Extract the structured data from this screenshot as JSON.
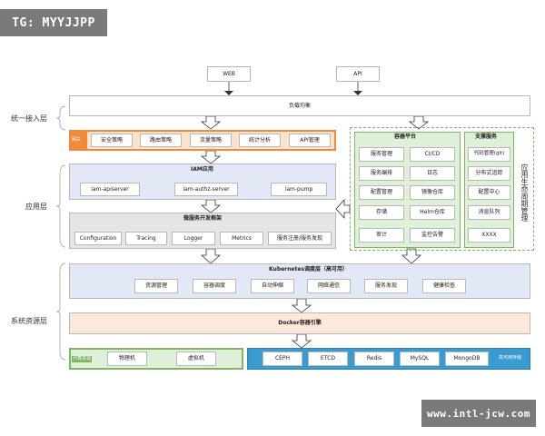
{
  "watermark_top": "TG: MYYJJPP",
  "watermark_bottom": "www.intl-jcw.com",
  "inputs": [
    "WEB",
    "API"
  ],
  "layers": {
    "access": "统一接入层",
    "app": "应用层",
    "system": "系统资源层"
  },
  "load_balance": "负载均衡",
  "gateway": {
    "label": "网关",
    "items": [
      "安全策略",
      "路由策略",
      "流量策略",
      "统计分析",
      "API管理"
    ]
  },
  "iam": {
    "title": "IAM应用",
    "items": [
      "iam-apiserver",
      "iam-authz-server",
      "iam-pump"
    ]
  },
  "micro": {
    "title": "微服务开发框架",
    "items": [
      "Configuration",
      "Tracing",
      "Logger",
      "Metrics",
      "服务注册/服务发现"
    ]
  },
  "container_platform": {
    "title": "容器平台",
    "items": [
      "服务管理",
      "CI/CD",
      "服务编排",
      "日志",
      "配置管理",
      "镜像仓库",
      "存储",
      "Helm仓库",
      "审计",
      "监控告警"
    ]
  },
  "support": {
    "title": "支撑服务",
    "items": [
      "代码管理(git)",
      "分布式追踪",
      "配置中心",
      "消息队列",
      "XXXX"
    ]
  },
  "lifecycle": "应用生命周期管理",
  "k8s": {
    "title": "Kubernetes调度层（高可用）",
    "items": [
      "资源管理",
      "容器调度",
      "自动伸缩",
      "网络通信",
      "服务发现",
      "健康检查"
    ]
  },
  "docker": "Docker容器引擎",
  "compute": {
    "label": "计算资源",
    "items": [
      "物理机",
      "虚拟机"
    ]
  },
  "storage": {
    "label": "高可用存储",
    "items": [
      "CEPH",
      "ETCD",
      "Redis",
      "MySQL",
      "MongoDB"
    ]
  },
  "colors": {
    "orange_border": "#f08a3a",
    "orange_fill": "#fbe2cd",
    "blue_fill": "#e3e8f6",
    "gray_fill": "#e5e5e5",
    "green_fill": "#dff0d8",
    "green_border": "#80b565",
    "peach_fill": "#fde8dc",
    "teal": "#3a9bd0"
  }
}
